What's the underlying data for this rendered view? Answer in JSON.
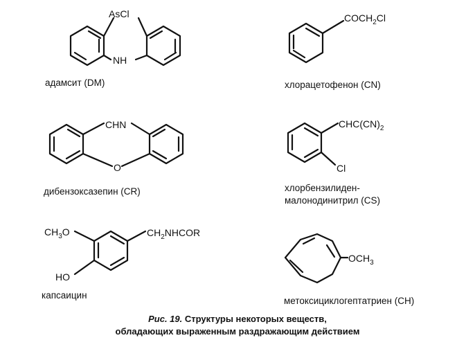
{
  "compounds": {
    "adamsite": {
      "name": "адамсит (DM)",
      "groups": {
        "top": "AsCl",
        "bottom": "NH"
      }
    },
    "chloroacetophenone": {
      "name": "хлорацетофенон (CN)",
      "groups": {
        "substituent": [
          "COCH",
          "2",
          "Cl"
        ]
      }
    },
    "dibenzoxazepine": {
      "name": "дибензоксазепин (CR)",
      "groups": {
        "top": "CHN",
        "bottom": "O"
      }
    },
    "chlorobenzylidene": {
      "name_line1": "хлорбензилиден-",
      "name_line2": "малонодинитрил (CS)",
      "groups": {
        "substituent": [
          "CHC(CN)",
          "2"
        ],
        "chloro": "Cl"
      }
    },
    "capsaicin": {
      "name": "капсаицин",
      "groups": {
        "methoxy": [
          "CH",
          "3",
          "O"
        ],
        "hydroxy": "HO",
        "chain": [
          "CH",
          "2",
          "NHCOR"
        ]
      }
    },
    "methoxycycloheptatriene": {
      "name": "метоксициклогептатриен (CH)",
      "groups": {
        "methoxy": [
          "OCH",
          "3"
        ]
      }
    }
  },
  "caption": {
    "fig_label": "Рис. 19.",
    "line1": "Структуры некоторых веществ,",
    "line2": "обладающих выраженным раздражающим действием"
  }
}
